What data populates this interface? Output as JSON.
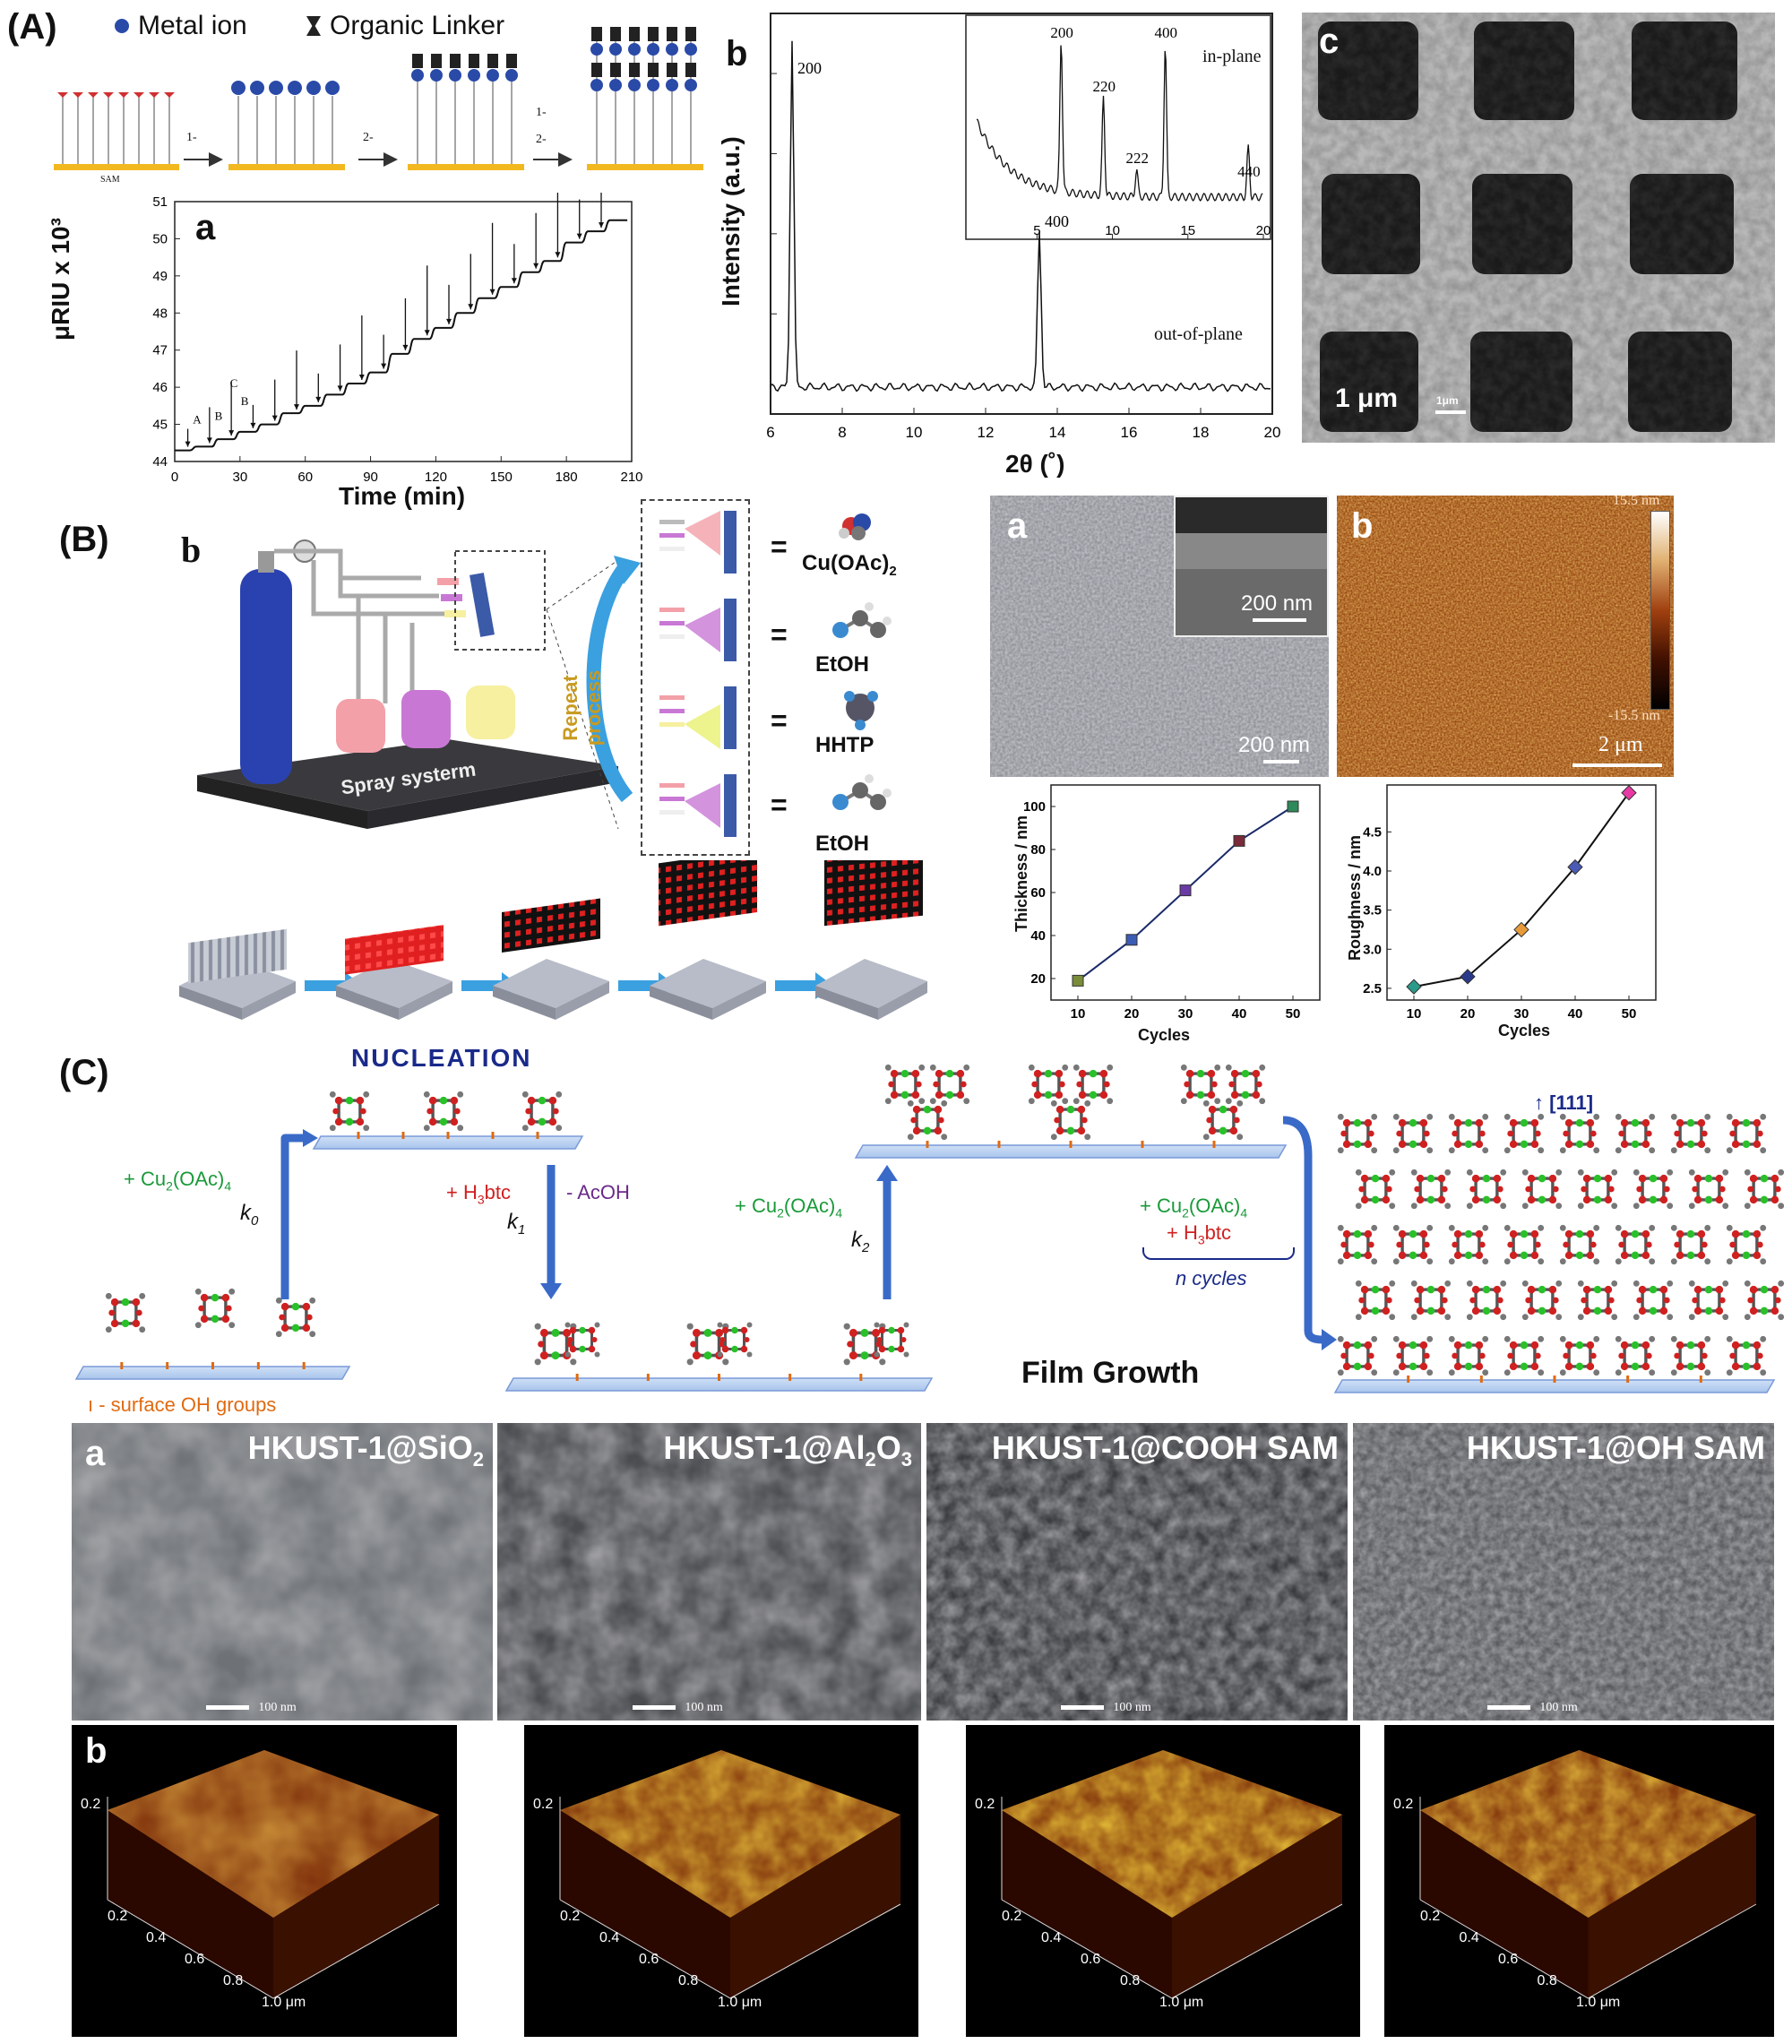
{
  "section_a": {
    "label": "(A)",
    "legend_metal": "Metal ion",
    "legend_linker": "Organic Linker",
    "sam_label": "SAM",
    "step1": "1-",
    "step2": "2-",
    "step_repeat1": "1-",
    "step_repeat2": "2-",
    "panel_a": "a",
    "panel_b": "b",
    "panel_c": "c",
    "scalebar_c1": "1 μm",
    "scalebar_c2": "1μm"
  },
  "section_b": {
    "label": "(B)",
    "panel_b": "b",
    "spray_label": "Spray systerm",
    "repeat_label": "Repeat process",
    "eq1": "=",
    "eq2": "=",
    "eq3": "=",
    "eq4": "=",
    "chem1": "Cu(OAc)",
    "chem1_sub": "2",
    "chem2": "EtOH",
    "chem3": "HHTP",
    "chem4": "EtOH",
    "sem_panel_a": "a",
    "afm_panel_b": "b",
    "sem_scale_inset": "200 nm",
    "sem_scale_main": "200 nm",
    "afm_scale": "2 μm",
    "afm_max": "15.5 nm",
    "afm_min": "-15.5 nm"
  },
  "section_c": {
    "label": "(C)",
    "nucleation": "NUCLEATION",
    "k0_reagent": "+ Cu",
    "k0_reagent_sub": "2",
    "k0_reagent_rest": "(OAc)",
    "k0_reagent_sub2": "4",
    "k0": "k",
    "k0_sub": "0",
    "k1_reagent": "+ H",
    "k1_reagent_sub": "3",
    "k1_reagent_rest": "btc",
    "k1_byproduct": "- AcOH",
    "k1": "k",
    "k1_sub": "1",
    "k2_reagent": "+ Cu",
    "k2_reagent_sub": "2",
    "k2_reagent_rest": "(OAc)",
    "k2_reagent_sub2": "4",
    "k2": "k",
    "k2_sub": "2",
    "cycle_reagent1": "+ Cu",
    "cycle_reagent1_sub": "2",
    "cycle_reagent1_rest": "(OAc)",
    "cycle_reagent1_sub2": "4",
    "cycle_reagent2": "+ H",
    "cycle_reagent2_sub": "3",
    "cycle_reagent2_rest": "btc",
    "n_cycles": "n",
    "n_cycles_rest": " cycles",
    "orientation": "[111]",
    "surface_oh": "ı - surface OH groups",
    "film_growth": "Film Growth",
    "panel_a": "a",
    "panel_b": "b",
    "sem_titles": [
      {
        "main": "HKUST-1@SiO",
        "sub": "2"
      },
      {
        "main": "HKUST-1@Al",
        "sub": "2",
        "main2": "O",
        "sub2": "3"
      },
      {
        "main": "HKUST-1@COOH SAM"
      },
      {
        "main": "HKUST-1@OH SAM"
      }
    ],
    "sem_scale": "100 nm",
    "afm_z": "0.2",
    "afm_axis_ticks": [
      "0.2",
      "0.4",
      "0.6",
      "0.8",
      "1.0 μm"
    ]
  },
  "chart_data": [
    {
      "type": "line",
      "panel": "A-a",
      "xlabel": "Time (min)",
      "ylabel": "μRIU x 10³",
      "xlim": [
        0,
        210
      ],
      "ylim": [
        44,
        51
      ],
      "xticks": [
        0,
        30,
        60,
        90,
        120,
        150,
        180,
        210
      ],
      "yticks": [
        44,
        45,
        46,
        47,
        48,
        49,
        50,
        51
      ],
      "annotations": [
        "A",
        "B",
        "C",
        "B"
      ],
      "x": [
        0,
        10,
        20,
        30,
        40,
        50,
        60,
        70,
        80,
        90,
        100,
        110,
        120,
        130,
        140,
        150,
        160,
        170,
        180,
        190,
        200
      ],
      "y": [
        44.3,
        44.4,
        44.6,
        44.8,
        45.0,
        45.3,
        45.5,
        45.8,
        46.1,
        46.4,
        46.9,
        47.3,
        47.6,
        48.0,
        48.4,
        48.7,
        49.1,
        49.4,
        49.9,
        50.2,
        50.5
      ]
    },
    {
      "type": "line",
      "panel": "A-b",
      "xlabel": "2θ (˚)",
      "ylabel": "Intensity (a.u.)",
      "xlim": [
        6,
        20
      ],
      "xticks": [
        6,
        8,
        10,
        12,
        14,
        16,
        18,
        20
      ],
      "series": [
        {
          "name": "out-of-plane",
          "peaks": [
            {
              "x": 6.6,
              "label": "200"
            },
            {
              "x": 13.5,
              "label": "400"
            }
          ]
        },
        {
          "name": "in-plane",
          "xlim": [
            1,
            20
          ],
          "xticks": [
            5,
            10,
            15,
            20
          ],
          "peaks": [
            {
              "x": 6.6,
              "label": "200"
            },
            {
              "x": 9.4,
              "label": "220"
            },
            {
              "x": 11.6,
              "label": "222"
            },
            {
              "x": 13.5,
              "label": "400"
            },
            {
              "x": 19.0,
              "label": "440"
            }
          ]
        }
      ]
    },
    {
      "type": "line",
      "panel": "B-thickness",
      "xlabel": "Cycles",
      "ylabel": "Thickness / nm",
      "xlim": [
        5,
        55
      ],
      "ylim": [
        10,
        110
      ],
      "xticks": [
        10,
        20,
        30,
        40,
        50
      ],
      "yticks": [
        20,
        40,
        60,
        80,
        100
      ],
      "x": [
        10,
        20,
        30,
        40,
        50
      ],
      "y": [
        19,
        38,
        61,
        84,
        100
      ],
      "colors": [
        "#7a8c3a",
        "#3b5bb5",
        "#6a3aa5",
        "#7a2a3a",
        "#2e8a5a"
      ]
    },
    {
      "type": "line",
      "panel": "B-roughness",
      "xlabel": "Cycles",
      "ylabel": "Roughness / nm",
      "xlim": [
        5,
        55
      ],
      "ylim": [
        2.35,
        5.1
      ],
      "xticks": [
        10,
        20,
        30,
        40,
        50
      ],
      "yticks": [
        2.5,
        3.0,
        3.5,
        4.0,
        4.5
      ],
      "x": [
        10,
        20,
        30,
        40,
        50
      ],
      "y": [
        2.52,
        2.65,
        3.25,
        4.05,
        5.0
      ],
      "colors": [
        "#2a9a8a",
        "#2a3a8a",
        "#e89a3a",
        "#4a5ab5",
        "#e83aa5"
      ]
    }
  ]
}
